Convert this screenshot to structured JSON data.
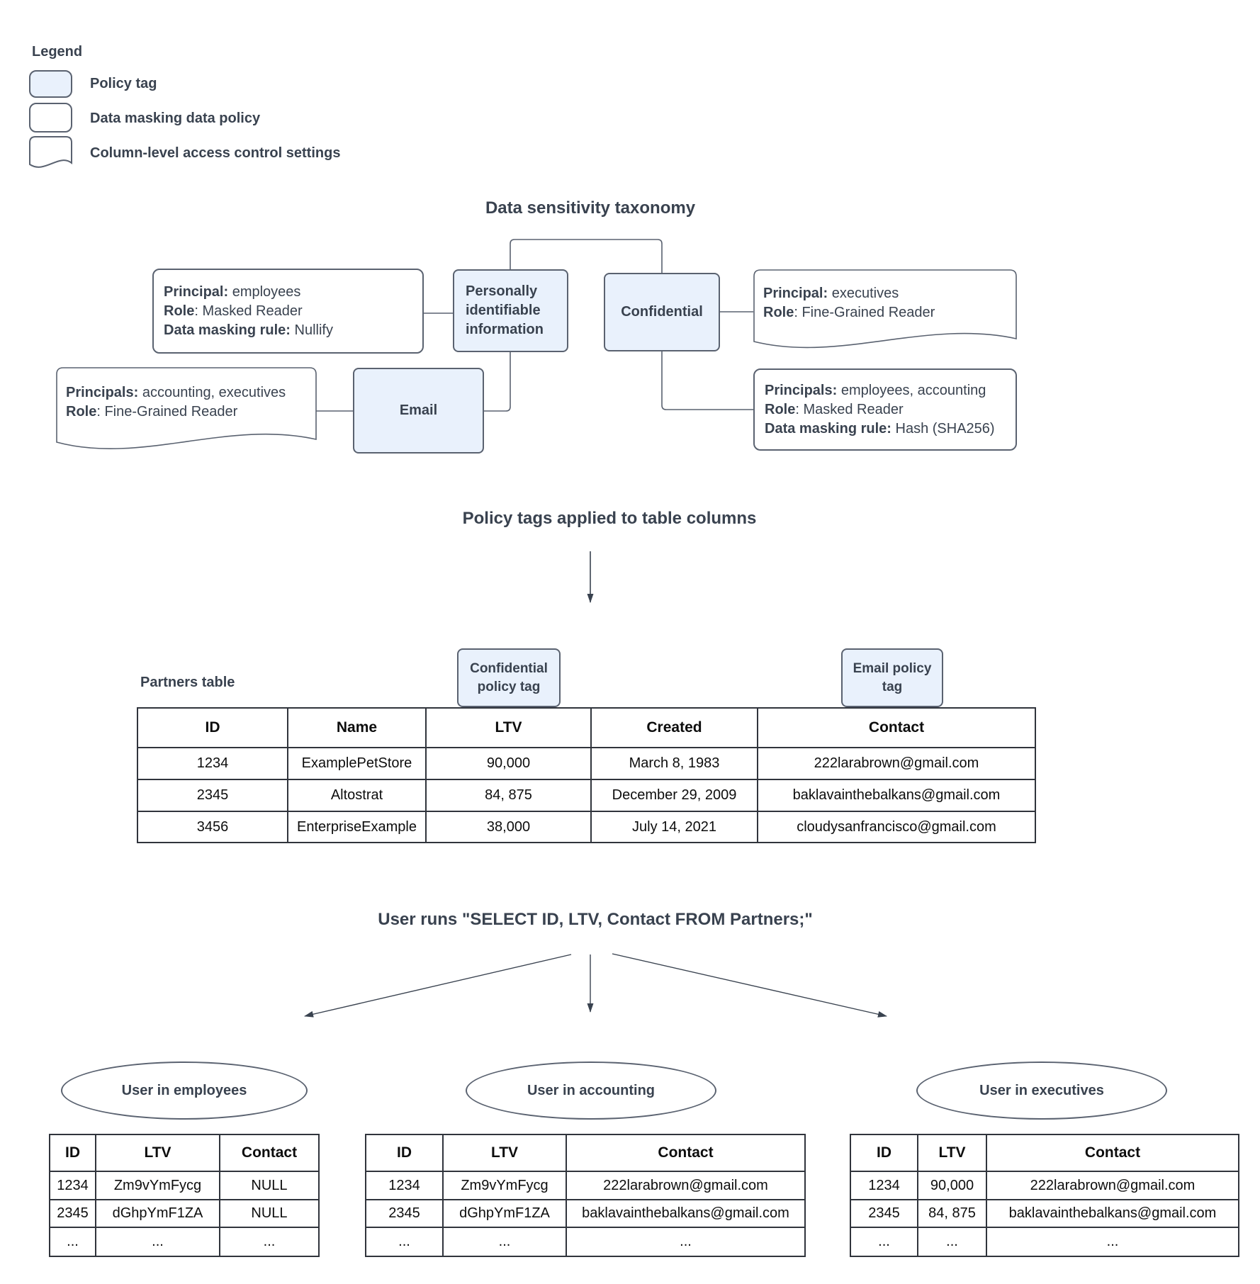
{
  "colors": {
    "policy_tag_fill": "#e9f1fc",
    "shape_stroke": "#5a6270",
    "diagram_text": "#39424f",
    "table_border": "#30343c",
    "table_text": "#0d0d0d"
  },
  "legend": {
    "title": "Legend",
    "items": [
      {
        "shape": "policy-tag-swatch",
        "label": "Policy tag"
      },
      {
        "shape": "data-policy-swatch",
        "label": "Data masking data policy"
      },
      {
        "shape": "document-swatch",
        "label": "Column-level access control settings"
      }
    ]
  },
  "taxonomy": {
    "title": "Data sensitivity taxonomy",
    "tags": {
      "pii": "Personally identifiable information",
      "confidential": "Confidential",
      "email": "Email"
    },
    "policies": {
      "nullify": {
        "l1b": "Principal:",
        "l1t": " employees",
        "l2b": "Role",
        "l2t": ": Masked Reader",
        "l3b": "Data masking rule:",
        "l3t": " Nullify"
      },
      "fine_grained_exec": {
        "l1b": "Principal:",
        "l1t": " executives",
        "l2b": "Role",
        "l2t": ": Fine-Grained Reader"
      },
      "fine_grained_acct_exec": {
        "l1b": "Principals:",
        "l1t": " accounting, executives",
        "l2b": "Role",
        "l2t": ": Fine-Grained Reader"
      },
      "hash": {
        "l1b": "Principals:",
        "l1t": " employees, accounting",
        "l2b": "Role",
        "l2t": ": Masked Reader",
        "l3b": "Data masking rule:",
        "l3t": " Hash (SHA256)"
      }
    }
  },
  "applied_section": {
    "heading": "Policy tags applied to table columns",
    "confidential_tag_label": "Confidential policy tag",
    "email_tag_label": "Email policy tag",
    "table_label": "Partners table",
    "partners_table": {
      "headers": [
        "ID",
        "Name",
        "LTV",
        "Created",
        "Contact"
      ],
      "rows": [
        [
          "1234",
          "ExamplePetStore",
          "90,000",
          "March 8, 1983",
          "222larabrown@gmail.com"
        ],
        [
          "2345",
          "Altostrat",
          "84, 875",
          "December 29, 2009",
          "baklavainthebalkans@gmail.com"
        ],
        [
          "3456",
          "EnterpriseExample",
          "38,000",
          "July 14, 2021",
          "cloudysanfrancisco@gmail.com"
        ]
      ]
    }
  },
  "query_section": {
    "heading": "User runs \"SELECT ID, LTV, Contact FROM Partners;\"",
    "results": [
      {
        "user": "User in employees",
        "headers": [
          "ID",
          "LTV",
          "Contact"
        ],
        "rows": [
          [
            "1234",
            "Zm9vYmFycg",
            "NULL"
          ],
          [
            "2345",
            "dGhpYmF1ZA",
            "NULL"
          ],
          [
            "...",
            "...",
            "..."
          ]
        ]
      },
      {
        "user": "User in accounting",
        "headers": [
          "ID",
          "LTV",
          "Contact"
        ],
        "rows": [
          [
            "1234",
            "Zm9vYmFycg",
            "222larabrown@gmail.com"
          ],
          [
            "2345",
            "dGhpYmF1ZA",
            "baklavainthebalkans@gmail.com"
          ],
          [
            "...",
            "...",
            "..."
          ]
        ]
      },
      {
        "user": "User in executives",
        "headers": [
          "ID",
          "LTV",
          "Contact"
        ],
        "rows": [
          [
            "1234",
            "90,000",
            "222larabrown@gmail.com"
          ],
          [
            "2345",
            "84, 875",
            "baklavainthebalkans@gmail.com"
          ],
          [
            "...",
            "...",
            "..."
          ]
        ]
      }
    ]
  }
}
